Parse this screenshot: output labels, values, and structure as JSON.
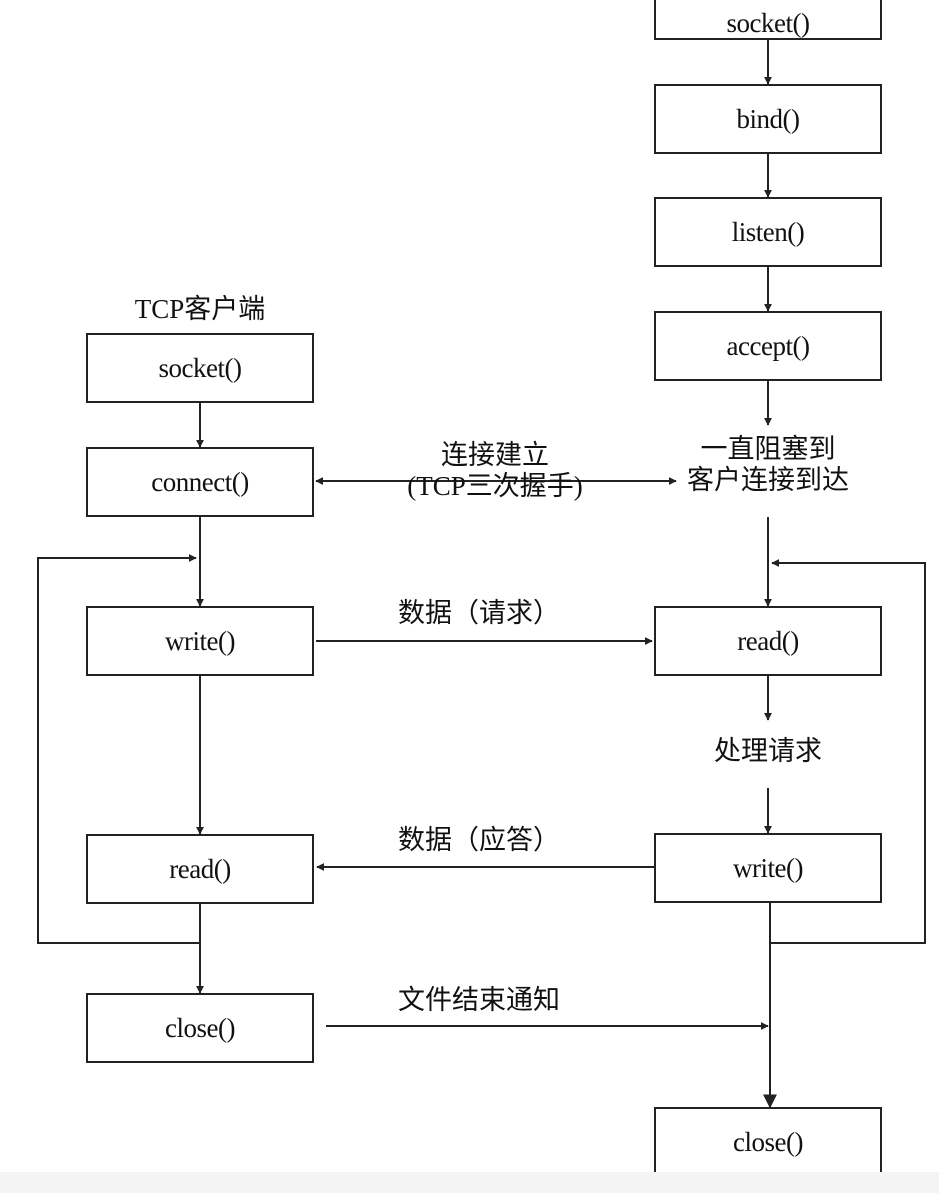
{
  "client": {
    "title": "TCP客户端",
    "socket": "socket()",
    "connect": "connect()",
    "write": "write()",
    "read": "read()",
    "close": "close()"
  },
  "server": {
    "socket": "socket()",
    "bind": "bind()",
    "listen": "listen()",
    "accept": "accept()",
    "block_line1": "一直阻塞到",
    "block_line2": "客户连接到达",
    "read": "read()",
    "process": "处理请求",
    "write": "write()",
    "close": "close()"
  },
  "messages": {
    "handshake_line1": "连接建立",
    "handshake_line2": "(TCP三次握手)",
    "request": "数据（请求）",
    "response": "数据（应答）",
    "eof": "文件结束通知"
  },
  "colors": {
    "line": "#222222",
    "background": "#ffffff"
  }
}
